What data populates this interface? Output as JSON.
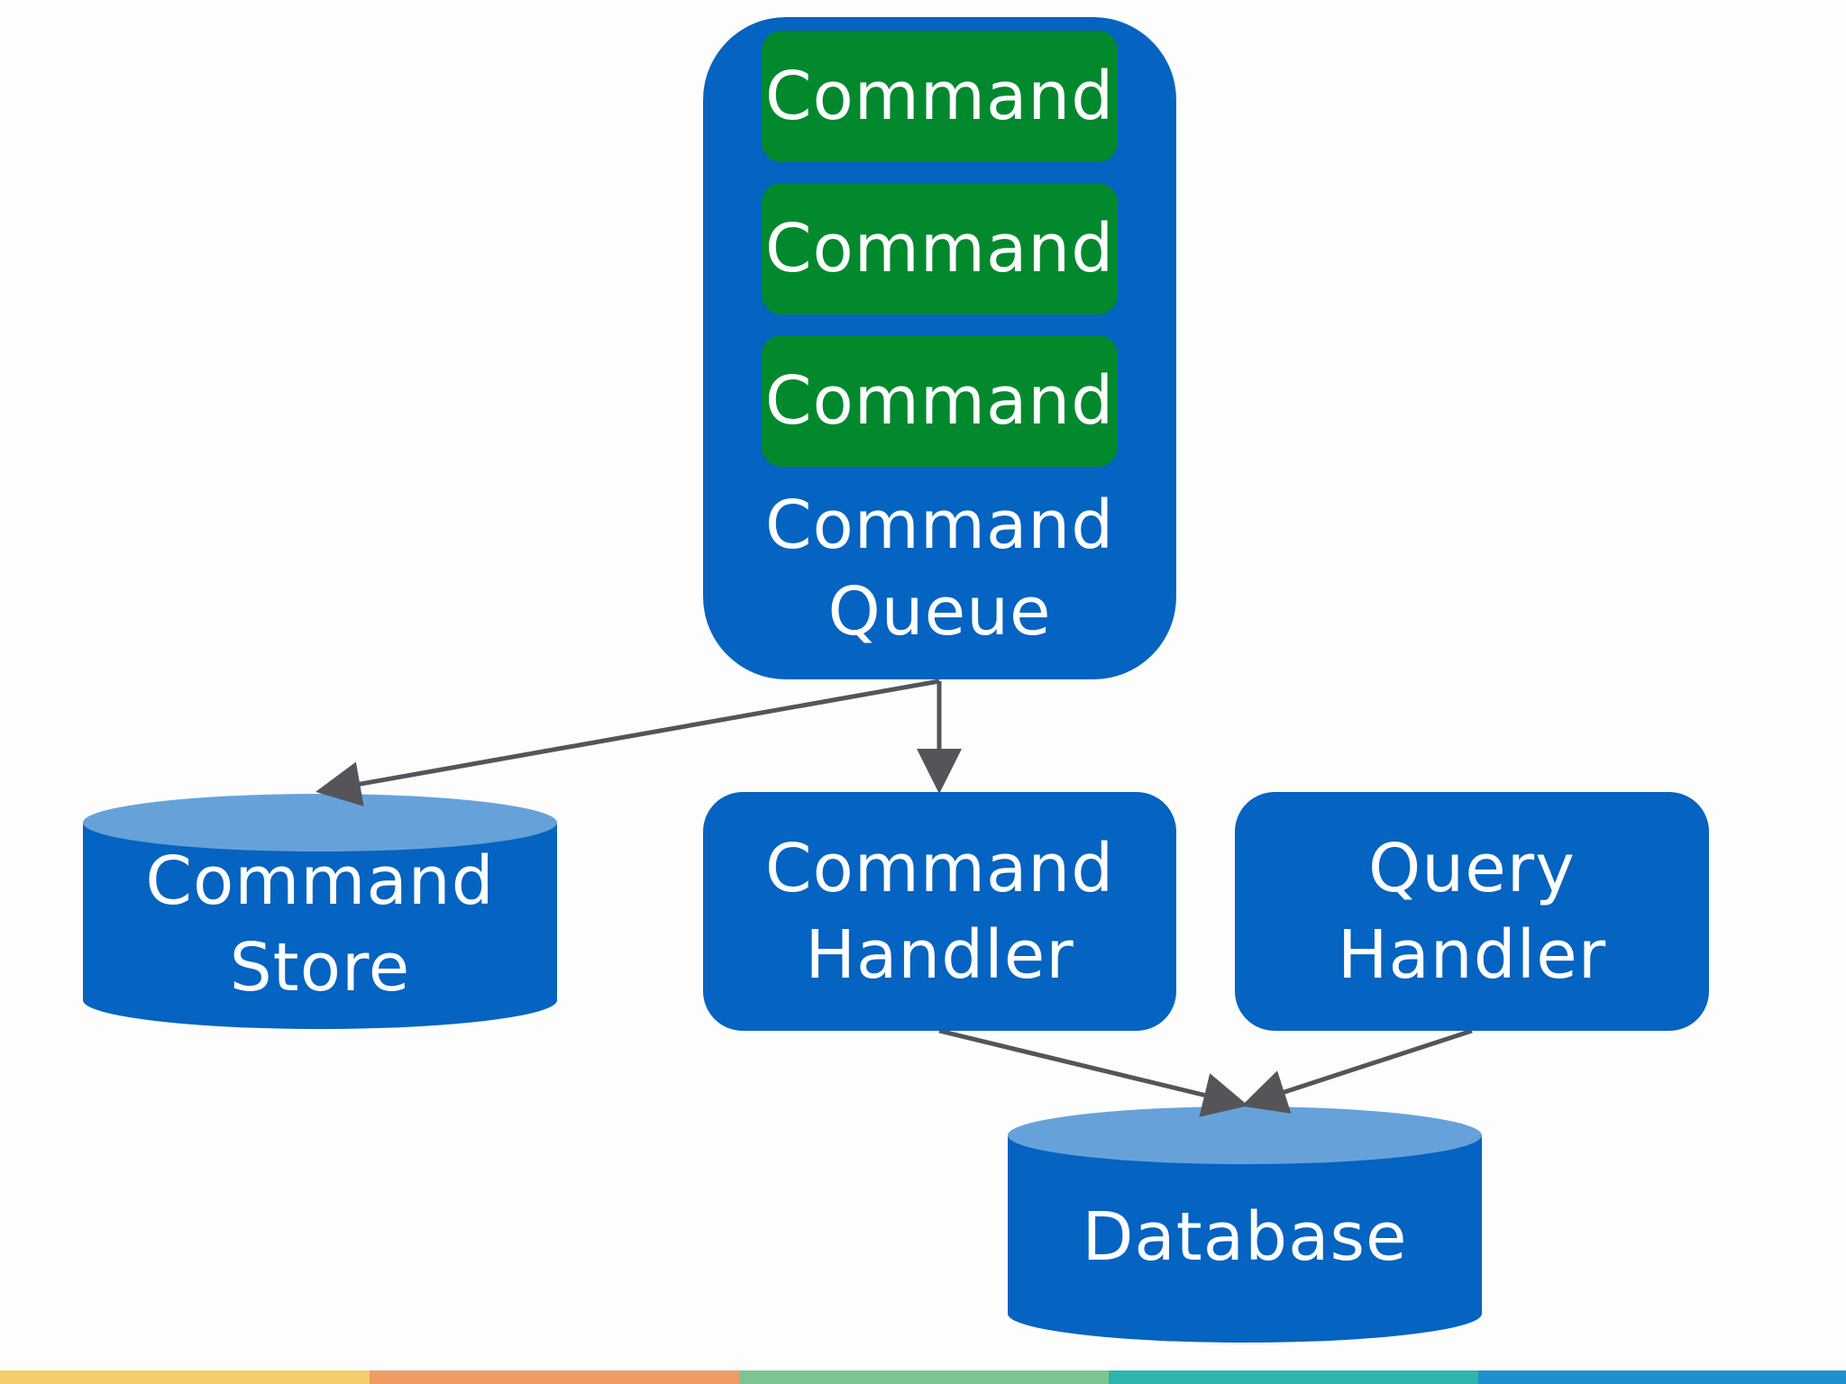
{
  "diagram": {
    "queue": {
      "commands": [
        "Command",
        "Command",
        "Command"
      ],
      "label": "Command\nQueue"
    },
    "command_store": {
      "label": "Command\nStore"
    },
    "command_handler": {
      "label": "Command\nHandler"
    },
    "query_handler": {
      "label": "Query\nHandler"
    },
    "database": {
      "label": "Database"
    }
  },
  "colors": {
    "node_blue": "#0563c1",
    "cylinder_top": "#66a2d9",
    "command_green": "#02892d",
    "arrow": "#555459",
    "text": "#ffffff",
    "stripes": [
      "#f3cd6b",
      "#ee9c64",
      "#7cc493",
      "#2fb3ae",
      "#1f8fd0"
    ]
  }
}
